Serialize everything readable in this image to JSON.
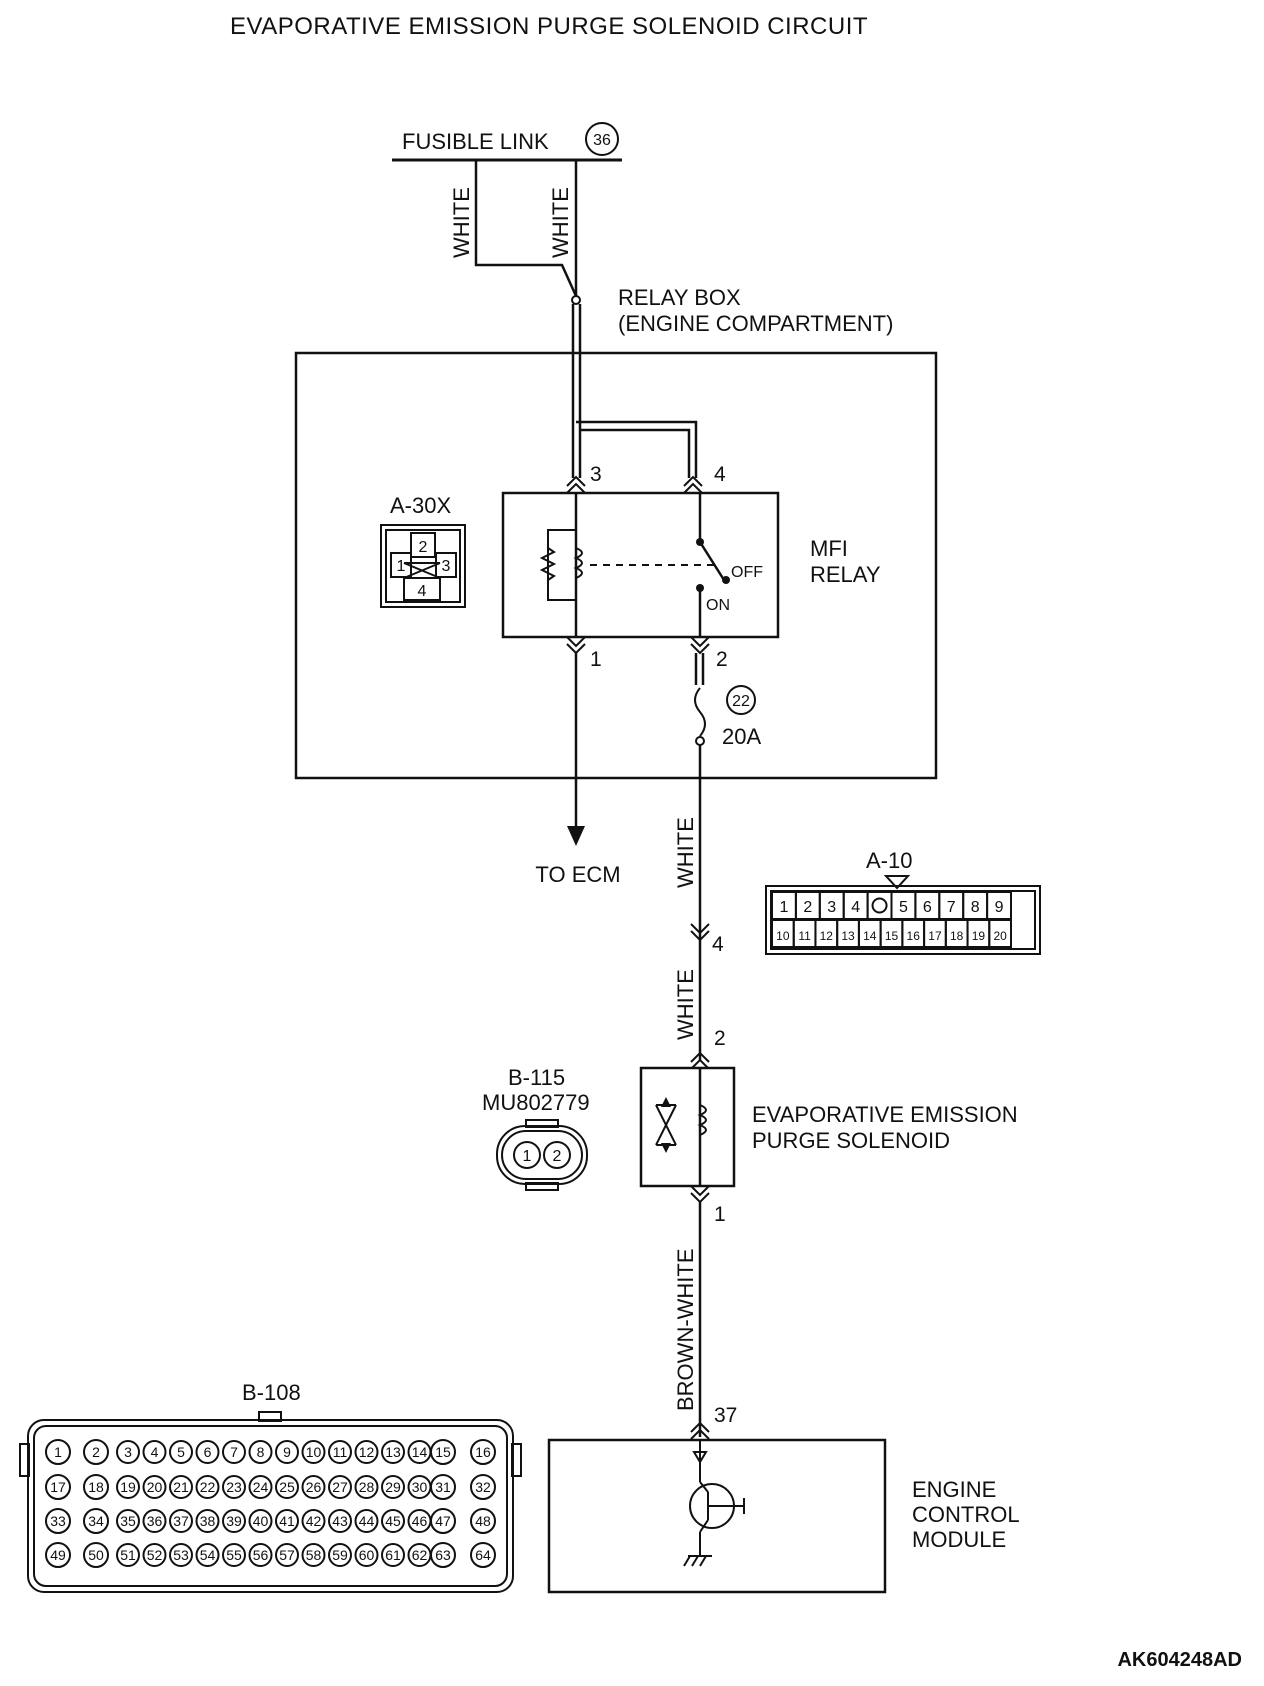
{
  "title": "EVAPORATIVE EMISSION PURGE SOLENOID CIRCUIT",
  "fusible_link": {
    "label": "FUSIBLE LINK",
    "number": "36"
  },
  "wire_colors": {
    "white_left": "WHITE",
    "white_right": "WHITE",
    "white_fuse_out": "WHITE",
    "white_to_solenoid": "WHITE",
    "brown_white": "BROWN-WHITE"
  },
  "relay_box": {
    "line1": "RELAY BOX",
    "line2": "(ENGINE COMPARTMENT)"
  },
  "mfi_relay": {
    "line1": "MFI",
    "line2": "RELAY",
    "off": "OFF",
    "on": "ON",
    "pins": {
      "p3": "3",
      "p4": "4",
      "p1": "1",
      "p2": "2"
    }
  },
  "a30x": {
    "label": "A-30X",
    "pins": [
      "1",
      "2",
      "3",
      "4"
    ]
  },
  "fuse": {
    "number": "22",
    "rating": "20A"
  },
  "to_ecm": "TO ECM",
  "a10": {
    "label": "A-10",
    "top": [
      "1",
      "2",
      "3",
      "4",
      "5",
      "6",
      "7",
      "8",
      "9"
    ],
    "bottom": [
      "10",
      "11",
      "12",
      "13",
      "14",
      "15",
      "16",
      "17",
      "18",
      "19",
      "20"
    ],
    "pin": "4"
  },
  "b115": {
    "label": "B-115",
    "part": "MU802779",
    "pins": [
      "1",
      "2"
    ]
  },
  "solenoid": {
    "line1": "EVAPORATIVE EMISSION",
    "line2": "PURGE SOLENOID",
    "pin_top": "2",
    "pin_bottom": "1"
  },
  "b108": {
    "label": "B-108",
    "rows": [
      [
        "1",
        "2",
        "3",
        "4",
        "5",
        "6",
        "7",
        "8",
        "9",
        "10",
        "11",
        "12",
        "13",
        "14",
        "15",
        "16"
      ],
      [
        "17",
        "18",
        "19",
        "20",
        "21",
        "22",
        "23",
        "24",
        "25",
        "26",
        "27",
        "28",
        "29",
        "30",
        "31",
        "32"
      ],
      [
        "33",
        "34",
        "35",
        "36",
        "37",
        "38",
        "39",
        "40",
        "41",
        "42",
        "43",
        "44",
        "45",
        "46",
        "47",
        "48"
      ],
      [
        "49",
        "50",
        "51",
        "52",
        "53",
        "54",
        "55",
        "56",
        "57",
        "58",
        "59",
        "60",
        "61",
        "62",
        "63",
        "64"
      ]
    ]
  },
  "ecm": {
    "line1": "ENGINE",
    "line2": "CONTROL",
    "line3": "MODULE",
    "pin": "37"
  },
  "figure_id": "AK604248AD"
}
